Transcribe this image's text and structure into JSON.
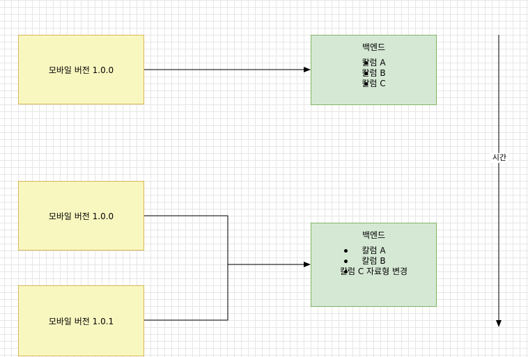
{
  "diagram": {
    "mobile_nodes": [
      {
        "label": "모바일 버전 1.0.0"
      },
      {
        "label": "모바일 버전 1.0.0"
      },
      {
        "label": "모바일 버전 1.0.1"
      }
    ],
    "backend_nodes": [
      {
        "title": "백엔드",
        "items": [
          "칼럼 A",
          "칼럼 B",
          "칼럼 C"
        ]
      },
      {
        "title": "백엔드",
        "items": [
          "칼럼 A",
          "칼럼 B",
          "칼럼 C 자료형 변경"
        ]
      }
    ],
    "time_axis": {
      "label": "시간"
    }
  }
}
